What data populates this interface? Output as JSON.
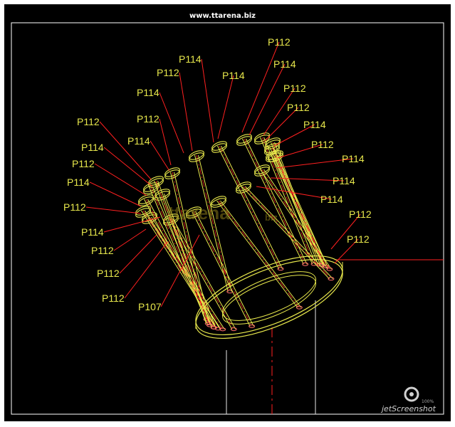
{
  "header": {
    "site": "www.ttarena.biz"
  },
  "watermark": {
    "text": "ttarena",
    "suffix": "biz"
  },
  "branding": {
    "name": "jetScreenshot",
    "tag": "100%"
  },
  "colors": {
    "background": "#000000",
    "label": "#e8e84c",
    "leader": "#ff2020",
    "geometry": "#e8e84c",
    "frame": "#ffffff"
  },
  "labels": [
    "P112",
    "P112",
    "P114",
    "P114",
    "P112",
    "P112",
    "P114",
    "P112",
    "P114",
    "P112",
    "P114",
    "P114",
    "P114",
    "P114",
    "P114",
    "P112",
    "P114",
    "P114",
    "P112",
    "P112",
    "P114",
    "P112",
    "P112",
    "P112",
    "P107",
    "P112",
    "P112"
  ]
}
